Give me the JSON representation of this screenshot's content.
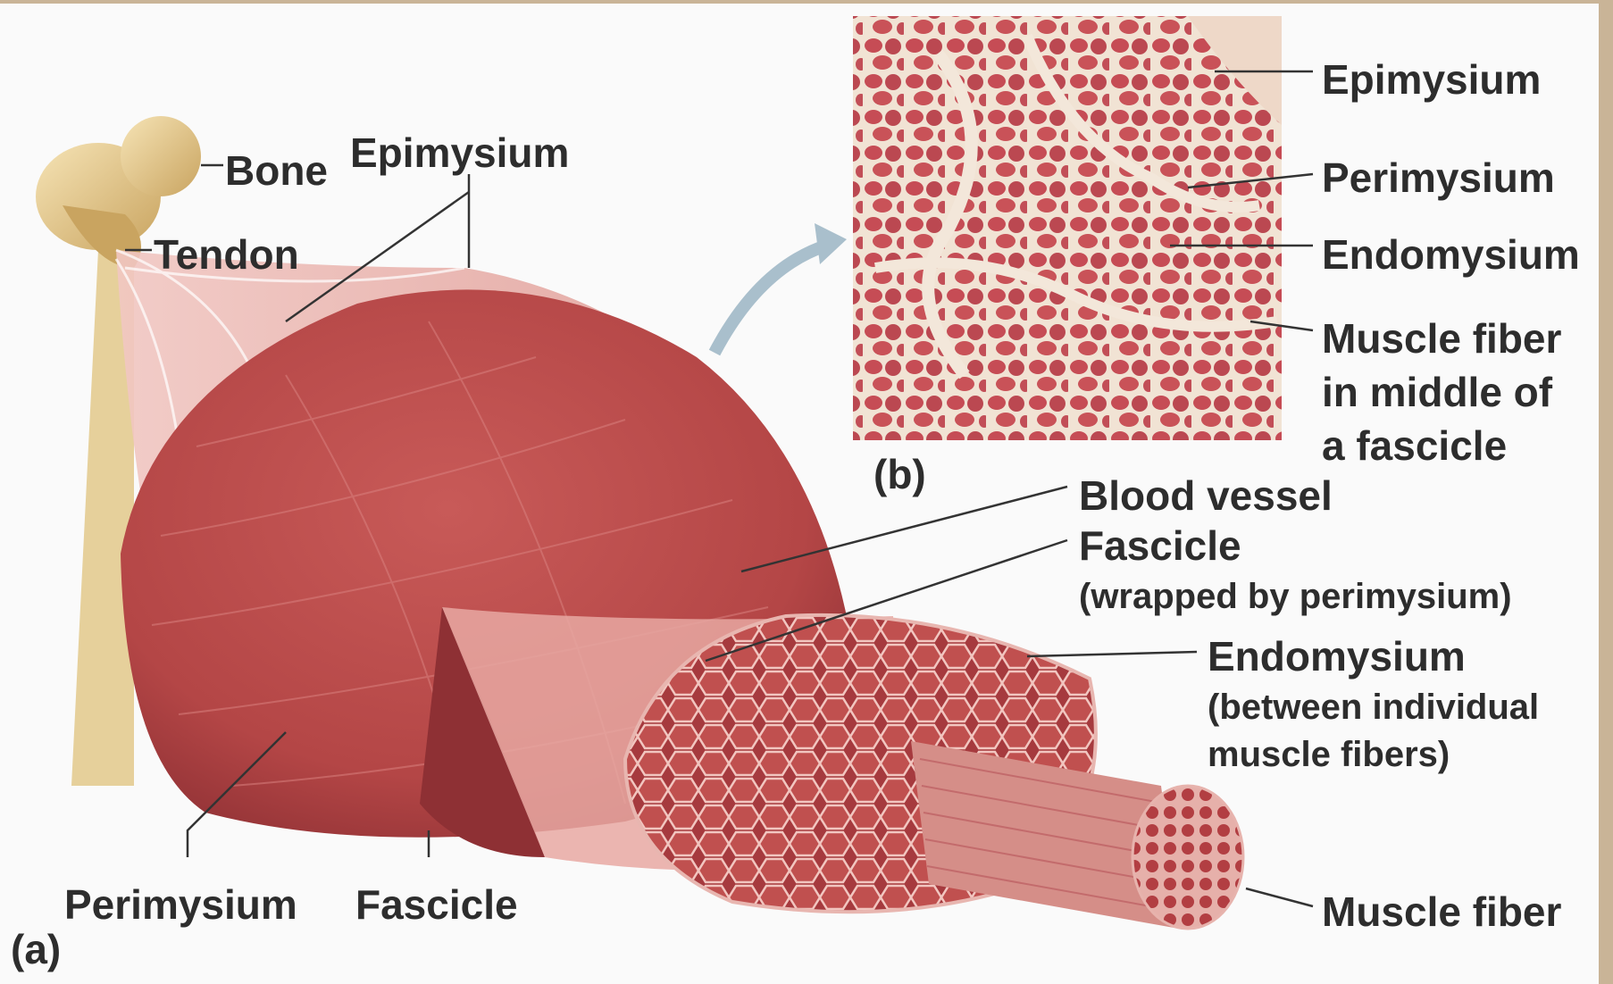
{
  "panel_a": {
    "marker": "(a)",
    "labels": {
      "bone": "Bone",
      "epimysium": "Epimysium",
      "tendon": "Tendon",
      "perimysium": "Perimysium",
      "fascicle": "Fascicle",
      "blood_vessel": "Blood vessel",
      "fascicle_right": "Fascicle",
      "fascicle_right_note": "(wrapped by perimysium)",
      "endomysium": "Endomysium",
      "endomysium_note_1": "(between individual",
      "endomysium_note_2": "muscle fibers)",
      "muscle_fiber": "Muscle fiber"
    }
  },
  "panel_b": {
    "marker": "(b)",
    "labels": {
      "epimysium": "Epimysium",
      "perimysium": "Perimysium",
      "endomysium": "Endomysium",
      "muscle_fiber_1": "Muscle fiber",
      "muscle_fiber_2": "in middle of",
      "muscle_fiber_3": "a fascicle"
    }
  },
  "colors": {
    "muscle": "#b84a4a",
    "muscle_dark": "#8a2e32",
    "muscle_light": "#d98a88",
    "bone": "#e8cf95",
    "histology_bg": "#f1e3d4",
    "arrow": "#9fb6c4",
    "leader": "#333333"
  }
}
